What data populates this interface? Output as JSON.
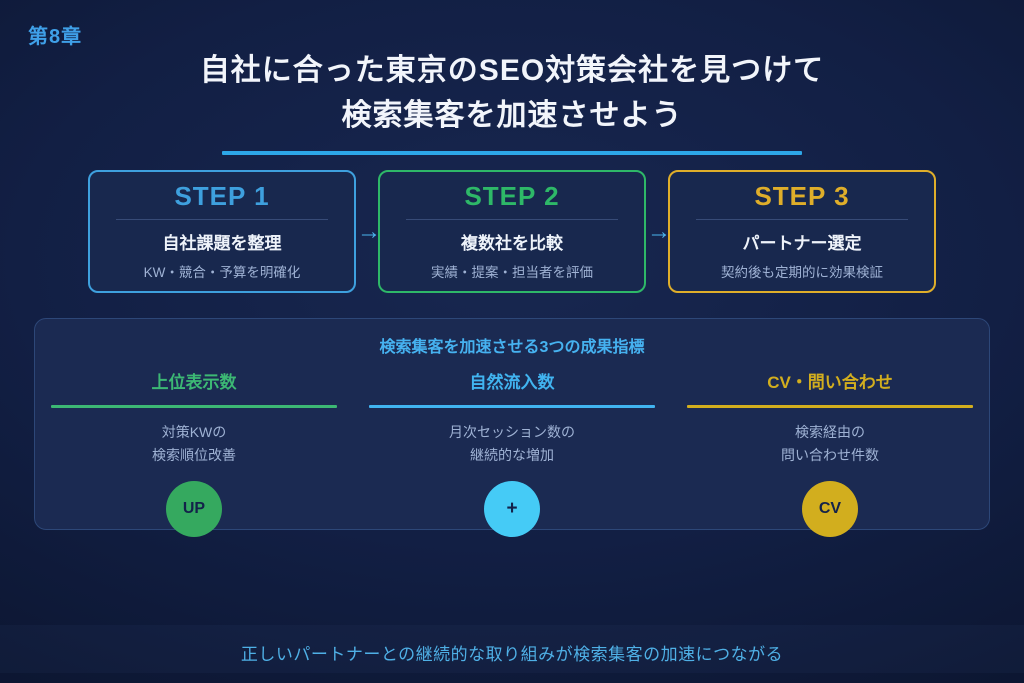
{
  "page": {
    "chapter_label": "第8章",
    "title_line1": "自社に合った東京のSEO対策会社を見つけて",
    "title_line2": "検索集客を加速させよう",
    "footer": "正しいパートナーとの継続的な取り組みが検索集客の加速につながる"
  },
  "arrow_glyph": "→",
  "steps": [
    {
      "label": "STEP 1",
      "heading": "自社課題を整理",
      "detail": "KW・競合・予算を明確化",
      "accent": "#3ea0de"
    },
    {
      "label": "STEP 2",
      "heading": "複数社を比較",
      "detail": "実績・提案・担当者を評価",
      "accent": "#2eb868"
    },
    {
      "label": "STEP 3",
      "heading": "パートナー選定",
      "detail": "契約後も定期的に効果検証",
      "accent": "#dfae2a"
    }
  ],
  "metrics_panel": {
    "title": "検索集客を加速させる3つの成果指標",
    "columns": [
      {
        "title": "上位表示数",
        "line1": "対策KWの",
        "line2": "検索順位改善",
        "badge": "UP",
        "accent": "#3cb874",
        "badge_color": "#35a95f"
      },
      {
        "title": "自然流入数",
        "line1": "月次セッション数の",
        "line2": "継続的な増加",
        "badge": "+",
        "accent": "#41b4f0",
        "badge_color": "#45cbf6"
      },
      {
        "title": "CV・問い合わせ",
        "line1": "検索経由の",
        "line2": "問い合わせ件数",
        "badge": "CV",
        "accent": "#d2ae1e",
        "badge_color": "#d2ae1e"
      }
    ]
  },
  "colors": {
    "chapter_label": "#3fa0e8",
    "title_underline": "#2da7e8",
    "arrow": "#4ab5ee",
    "panel_title": "#46b2f0",
    "footer_text": "#4fb0e6"
  }
}
